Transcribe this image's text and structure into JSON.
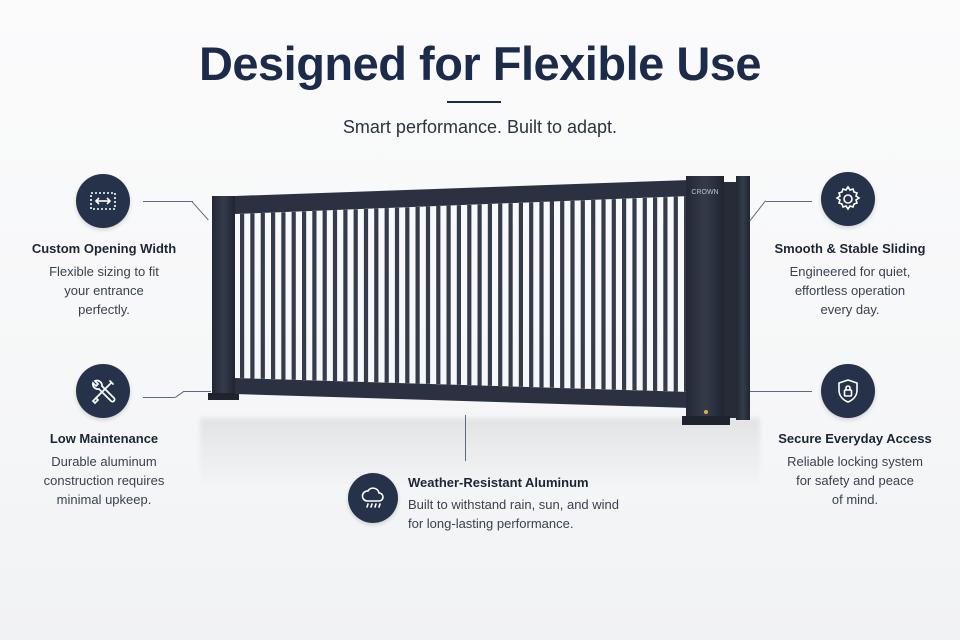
{
  "header": {
    "title": "Designed for Flexible Use",
    "subtitle": "Smart performance. Built to adapt."
  },
  "gate": {
    "brand_label": "CROWN",
    "color": "#2b3140"
  },
  "features": {
    "custom_width": {
      "icon": "resize-arrows-icon",
      "title": "Custom Opening Width",
      "description": "Flexible sizing to fit\nyour entrance\nperfectly."
    },
    "low_maintenance": {
      "icon": "tools-icon",
      "title": "Low Maintenance",
      "description": "Durable aluminum\nconstruction requires\nminimal upkeep."
    },
    "weather_resistant": {
      "icon": "rain-cloud-icon",
      "title": "Weather-Resistant Aluminum",
      "description": "Built to withstand rain, sun, and wind\nfor long-lasting performance."
    },
    "smooth_sliding": {
      "icon": "gear-icon",
      "title": "Smooth & Stable Sliding",
      "description": "Engineered for quiet,\neffortless operation\nevery day."
    },
    "secure_access": {
      "icon": "shield-lock-icon",
      "title": "Secure Everyday Access",
      "description": "Reliable locking system\nfor safety and peace\nof mind."
    }
  },
  "colors": {
    "icon_bg": "#25324a",
    "title": "#1c2b4a",
    "text": "#3a4150"
  }
}
